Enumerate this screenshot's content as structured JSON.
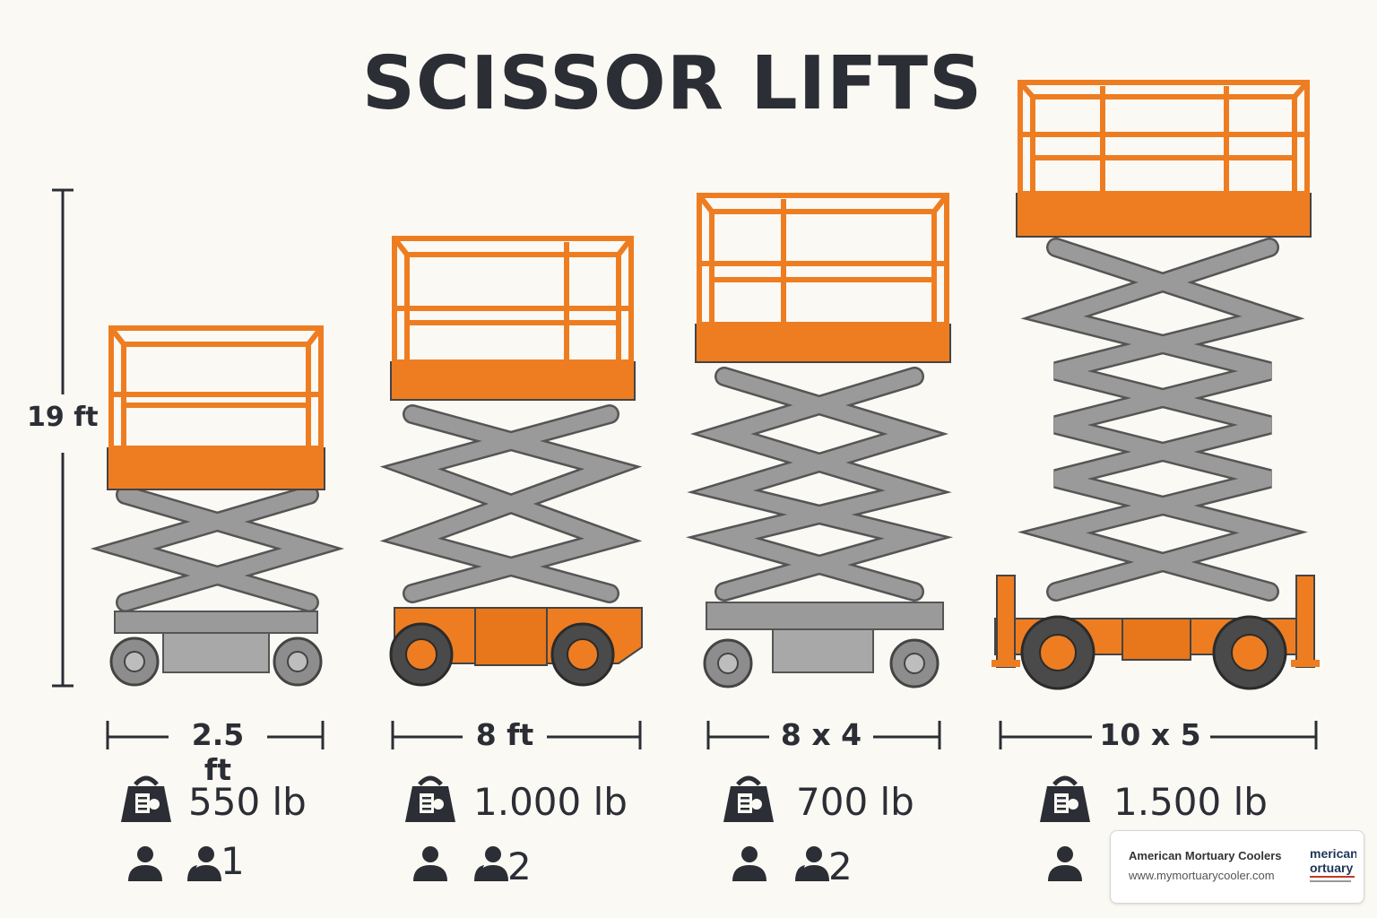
{
  "title": "SCISSOR LIFTS",
  "height_label": "19 ft",
  "lifts": [
    {
      "width": "2.5 ft",
      "capacity": "550 lb",
      "occupants": "1"
    },
    {
      "width": "8 ft",
      "capacity": "1.000 lb",
      "occupants": "2"
    },
    {
      "width": "8 x 4",
      "capacity": "700 lb",
      "occupants": "2"
    },
    {
      "width": "10 x 5",
      "capacity": "1.500 lb",
      "occupants": ""
    }
  ],
  "watermark": {
    "name": "American Mortuary Coolers",
    "url": "www.mymortuarycooler.com",
    "logo_text_1": "merican",
    "logo_text_2": "ortuary"
  },
  "colors": {
    "orange": "#ee7d22",
    "steel": "#9a9a9a",
    "ink": "#2b2e34",
    "background": "#fbf9f4"
  },
  "icons": [
    "weight-icon",
    "person-icon",
    "person-icon"
  ]
}
